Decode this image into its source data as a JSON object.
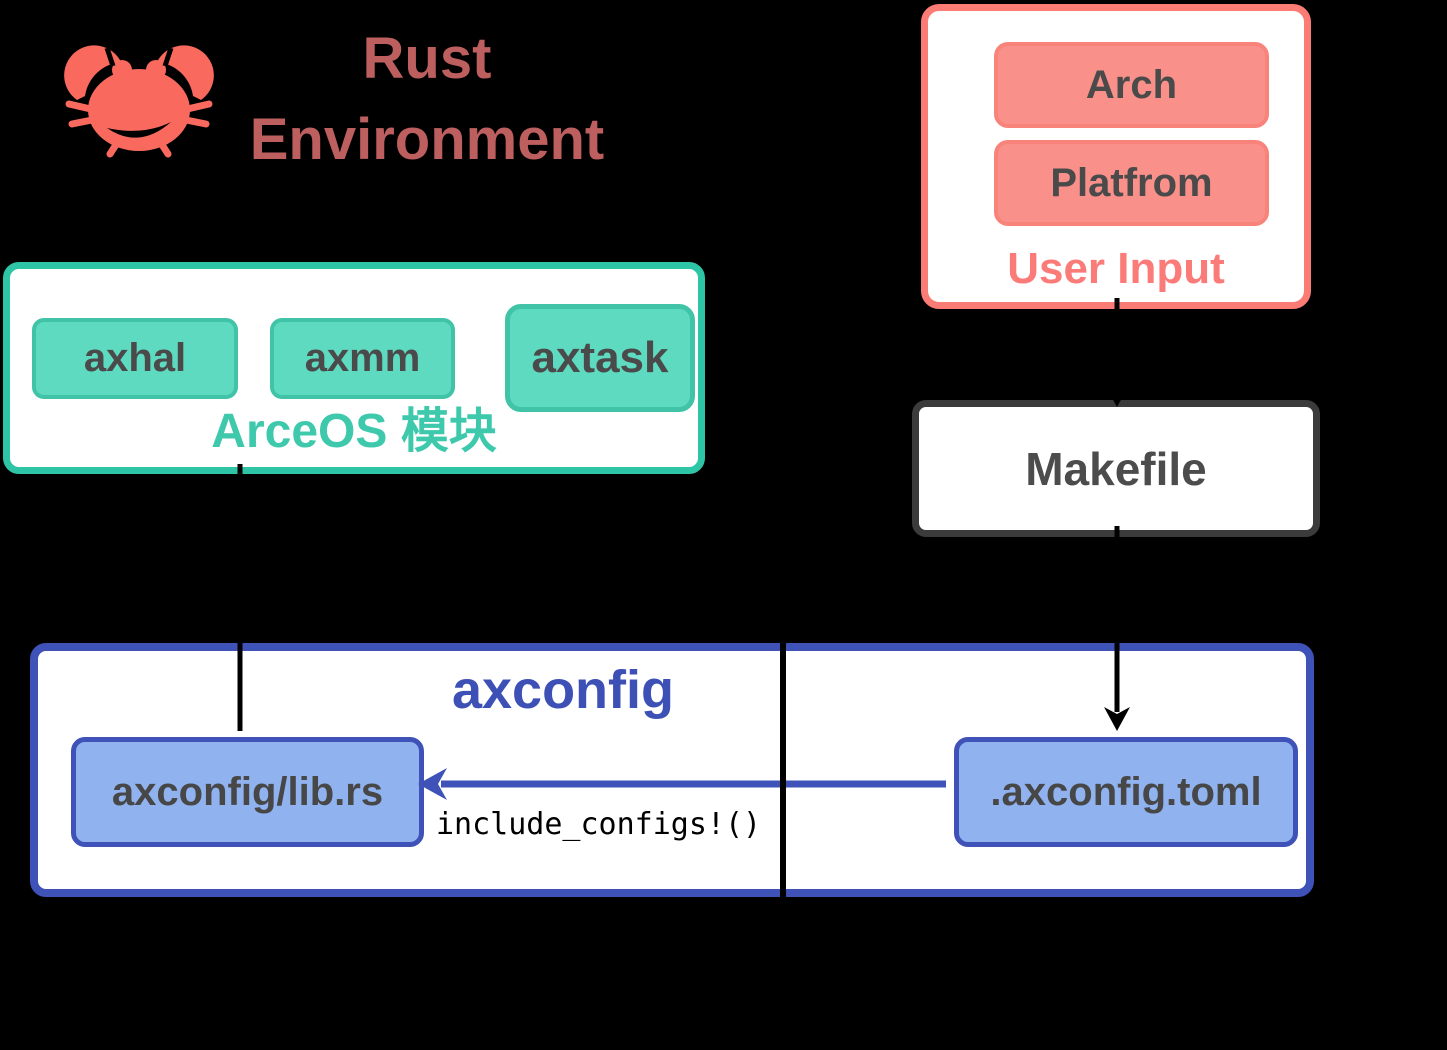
{
  "colors": {
    "background": "#000000",
    "salmon_accent": "#FB7B75",
    "salmon_chip_fill": "#FA908A",
    "salmon_chip_border": "#F8837B",
    "crab_salmon": "#F9695E",
    "title_red": "#BD5F5F",
    "teal_accent": "#2EC5A7",
    "teal_chip_fill": "#5EDAC1",
    "teal_chip_border": "#41C3A8",
    "teal_label": "#3FC9AC",
    "makefile_border": "#3B3B3B",
    "blue_accent": "#3E52B7",
    "blue_chip_fill": "#90B3F0",
    "chip_text": "#4A4A4A",
    "connector_black": "#000000"
  },
  "rust_env": {
    "icon": "crab-icon",
    "line1": "Rust",
    "line2": "Environment"
  },
  "user_input": {
    "label": "User Input",
    "items": [
      {
        "label": "Arch"
      },
      {
        "label": "Platfrom"
      }
    ]
  },
  "arceos": {
    "label": "ArceOS 模块",
    "modules": [
      {
        "label": "axhal"
      },
      {
        "label": "axmm"
      },
      {
        "label": "axtask"
      }
    ]
  },
  "makefile": {
    "label": "Makefile"
  },
  "axconfig": {
    "title": "axconfig",
    "lib": "axconfig/lib.rs",
    "toml": ".axconfig.toml",
    "arrow_label": "include_configs!()"
  }
}
